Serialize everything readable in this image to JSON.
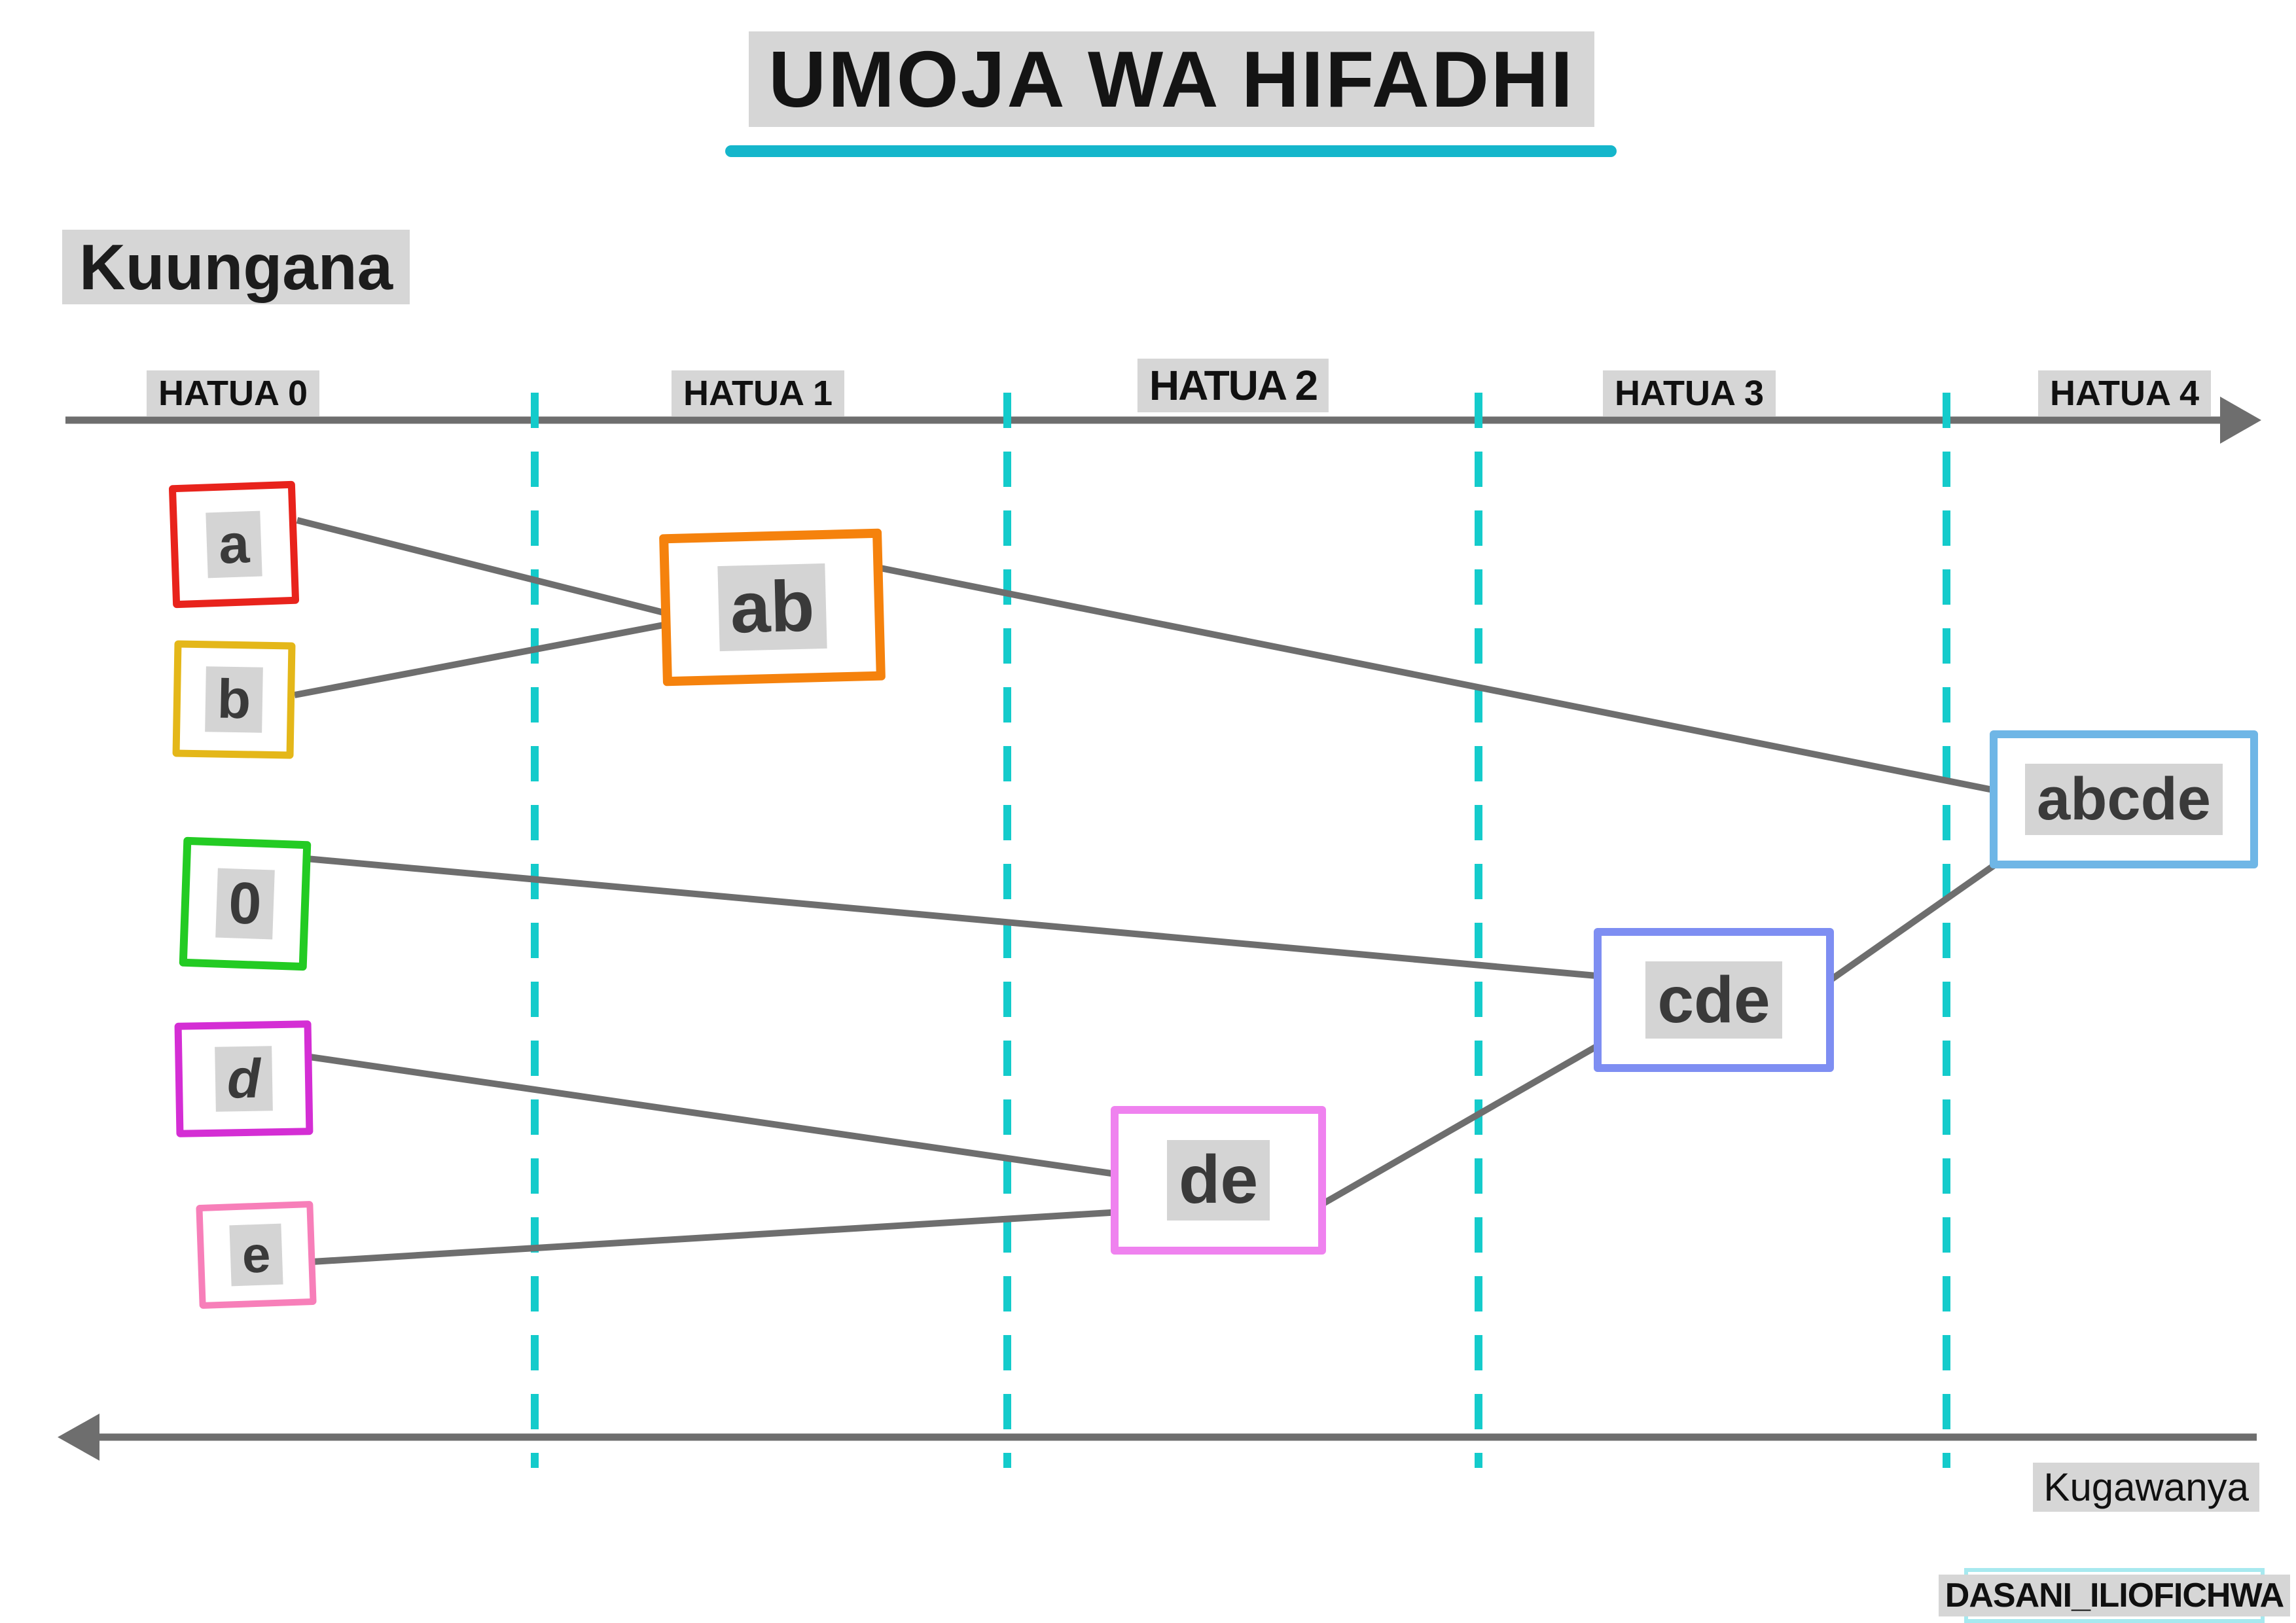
{
  "title": {
    "text": "UMOJA WA HIFADHI",
    "underline_color": "#15b6cb"
  },
  "labels": {
    "merge": "Kuungana",
    "split": "Kugawanya",
    "hidden_dataset": "DASANI_ILIOFICHWA"
  },
  "timeline": {
    "stages": [
      {
        "label": "HATUA 0"
      },
      {
        "label": "HATUA 1"
      },
      {
        "label": "HATUA 2"
      },
      {
        "label": "HATUA 3"
      },
      {
        "label": "HATUA 4"
      }
    ],
    "separator_color": "#14cbcb",
    "axis_color": "#6e6e6e"
  },
  "nodes": {
    "a": {
      "label": "a",
      "border_color": "#e8231c"
    },
    "b": {
      "label": "b",
      "border_color": "#e4b719"
    },
    "zero": {
      "label": "0",
      "border_color": "#23cb23"
    },
    "d": {
      "label": "d",
      "border_color": "#d42ed4"
    },
    "e": {
      "label": "e",
      "border_color": "#f77fb9"
    },
    "ab": {
      "label": "ab",
      "border_color": "#f5820d"
    },
    "de": {
      "label": "de",
      "border_color": "#ef82ef"
    },
    "cde": {
      "label": "cde",
      "border_color": "#7e8ef2"
    },
    "abcde": {
      "label": "abcde",
      "border_color": "#6fb6e6"
    }
  },
  "edge_color": "#6e6e6e"
}
